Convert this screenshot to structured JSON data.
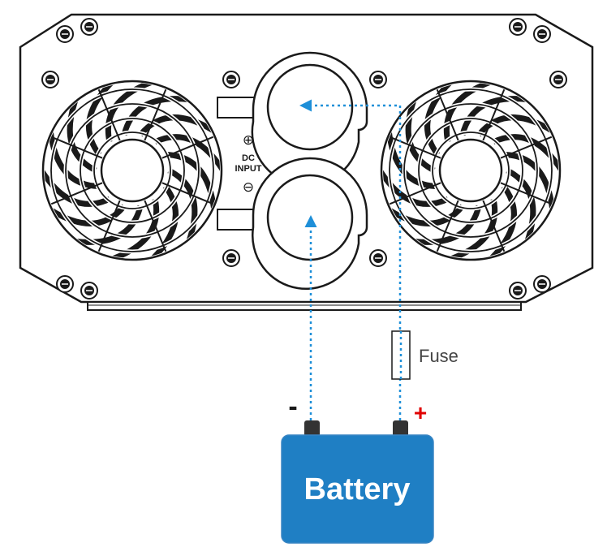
{
  "panel": {
    "dc_input_label_line1": "DC",
    "dc_input_label_line2": "INPUT",
    "positive_symbol": "⊕",
    "negative_symbol": "⊖"
  },
  "fuse": {
    "label": "Fuse"
  },
  "battery": {
    "label": "Battery",
    "negative_sign": "-",
    "positive_sign": "+"
  },
  "colors": {
    "outline": "#1a1a1a",
    "wire": "#1e8fd8",
    "battery_fill": "#1f7fc4",
    "battery_stroke": "#3a86c4",
    "battery_text": "#ffffff",
    "positive_sign": "#e00000",
    "terminal": "#333333"
  }
}
